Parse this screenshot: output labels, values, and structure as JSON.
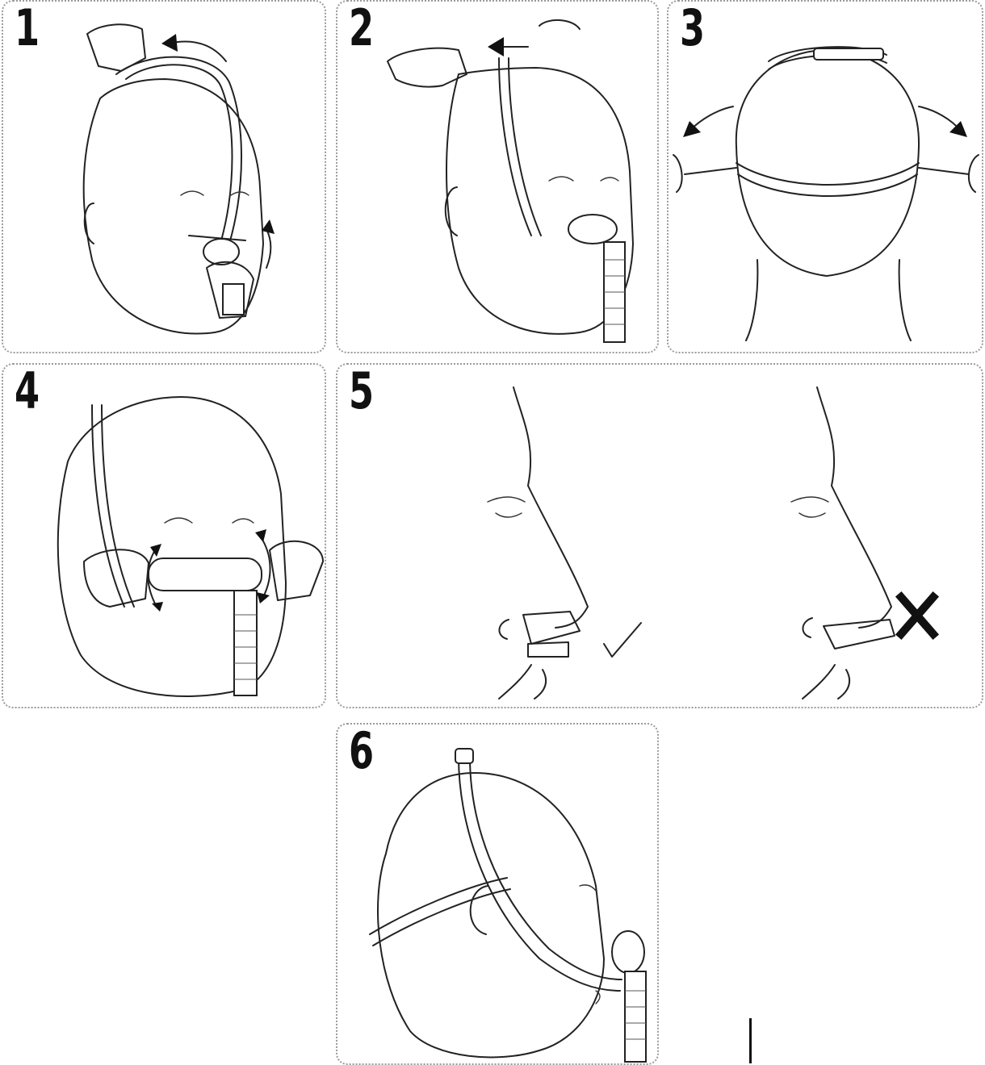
{
  "steps": [
    {
      "number": "1"
    },
    {
      "number": "2"
    },
    {
      "number": "3"
    },
    {
      "number": "4"
    },
    {
      "number": "5"
    },
    {
      "number": "6"
    }
  ],
  "icons": {
    "correct": "checkmark-icon",
    "incorrect": "cross-icon"
  },
  "colors": {
    "line": "#222222",
    "border": "#9a9a9a",
    "background": "#ffffff"
  }
}
